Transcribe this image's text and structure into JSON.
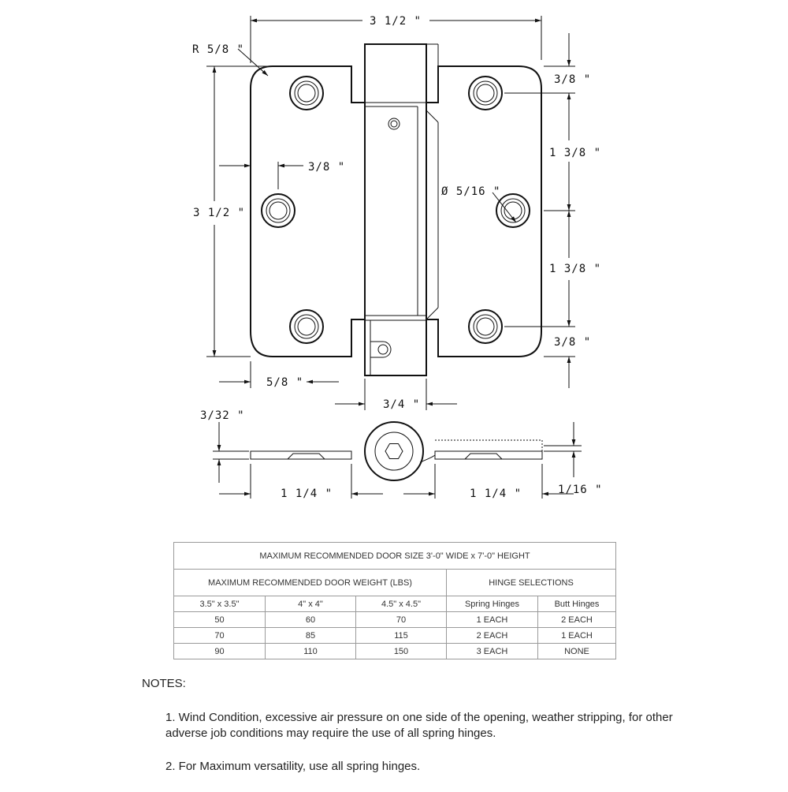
{
  "dimensions": {
    "overall_width": "3 1/2 \"",
    "overall_height": "3 1/2 \"",
    "corner_radius": "R 5/8 \"",
    "top_edge": "3/8 \"",
    "hole_spacing_upper": "1 3/8 \"",
    "hole_spacing_lower": "1 3/8 \"",
    "bottom_edge": "3/8 \"",
    "side_edge": "3/8 \"",
    "hole_diameter": "Ø 5/16 \"",
    "lower_offset": "5/8 \"",
    "knuckle_width": "3/4 \"",
    "leaf_thickness": "3/32 \"",
    "leaf_width_left": "1 1/4 \"",
    "leaf_width_right": "1 1/4 \"",
    "clearance": "1/16 \""
  },
  "table": {
    "title": "MAXIMUM RECOMMENDED DOOR SIZE   3'-0\" WIDE x 7'-0\" HEIGHT",
    "weight_header": "MAXIMUM RECOMMENDED DOOR WEIGHT (LBS)",
    "selection_header": "HINGE SELECTIONS",
    "columns": [
      "3.5\" x 3.5\"",
      "4\" x 4\"",
      "4.5\" x 4.5\"",
      "Spring Hinges",
      "Butt Hinges"
    ],
    "rows": [
      [
        "50",
        "60",
        "70",
        "1 EACH",
        "2 EACH"
      ],
      [
        "70",
        "85",
        "115",
        "2 EACH",
        "1 EACH"
      ],
      [
        "90",
        "110",
        "150",
        "3 EACH",
        "NONE"
      ]
    ]
  },
  "notes": {
    "title": "NOTES:",
    "items": [
      "1. Wind Condition, excessive air pressure on one side of the opening, weather stripping, for other adverse job conditions may require the use of all spring hinges.",
      "2. For Maximum versatility, use all spring hinges."
    ]
  }
}
